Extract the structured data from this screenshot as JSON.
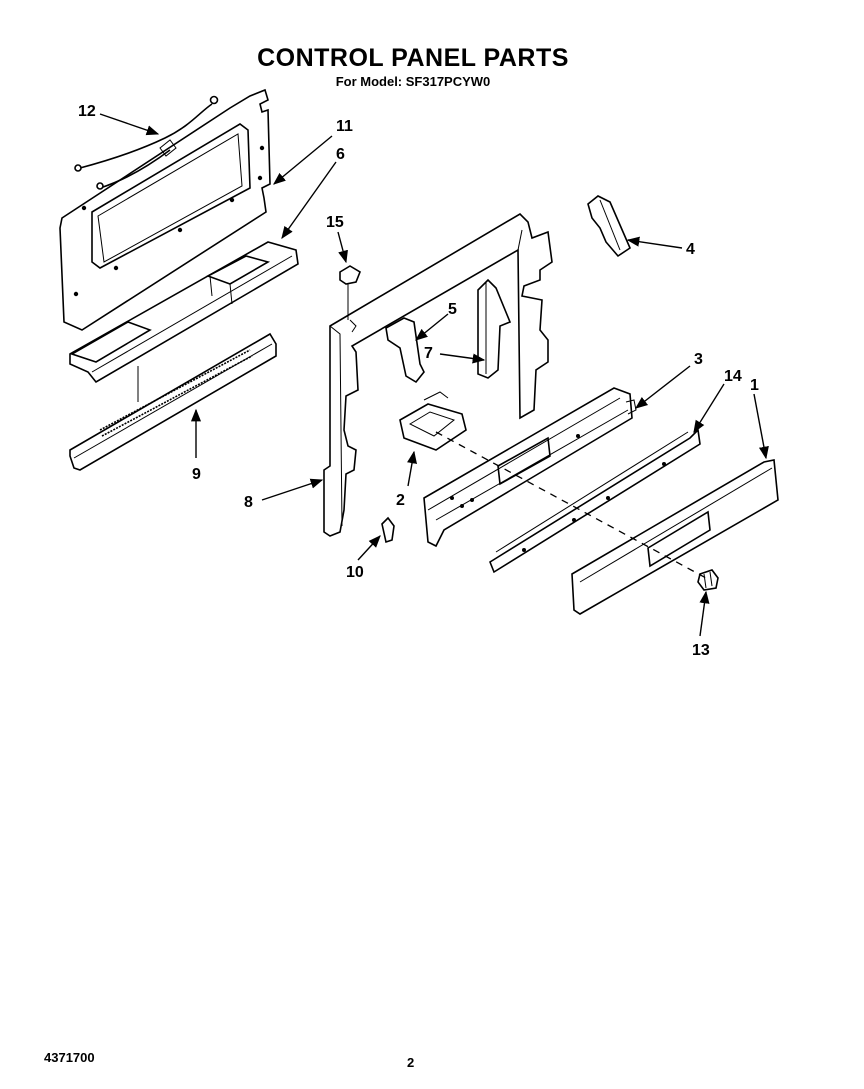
{
  "header": {
    "title": "CONTROL PANEL PARTS",
    "subtitle": "For Model: SF317PCYW0"
  },
  "footer": {
    "doc_number": "4371700",
    "page_number": "2"
  },
  "parts": [
    {
      "id": "p1",
      "label": "1",
      "part": "control-panel-overlay"
    },
    {
      "id": "p2",
      "label": "2",
      "part": "display-lens"
    },
    {
      "id": "p3",
      "label": "3",
      "part": "control-panel"
    },
    {
      "id": "p4",
      "label": "4",
      "part": "right-end-cap"
    },
    {
      "id": "p5",
      "label": "5",
      "part": "left-bracket"
    },
    {
      "id": "p6",
      "label": "6",
      "part": "insulation-channel"
    },
    {
      "id": "p7",
      "label": "7",
      "part": "center-bracket"
    },
    {
      "id": "p8",
      "label": "8",
      "part": "control-panel-frame"
    },
    {
      "id": "p9",
      "label": "9",
      "part": "vent-trim"
    },
    {
      "id": "p10",
      "label": "10",
      "part": "clip"
    },
    {
      "id": "p11",
      "label": "11",
      "part": "rear-panel"
    },
    {
      "id": "p12",
      "label": "12",
      "part": "wire-harness"
    },
    {
      "id": "p13",
      "label": "13",
      "part": "knob"
    },
    {
      "id": "p14",
      "label": "14",
      "part": "retainer-strip"
    },
    {
      "id": "p15",
      "label": "15",
      "part": "clip-nut"
    }
  ]
}
